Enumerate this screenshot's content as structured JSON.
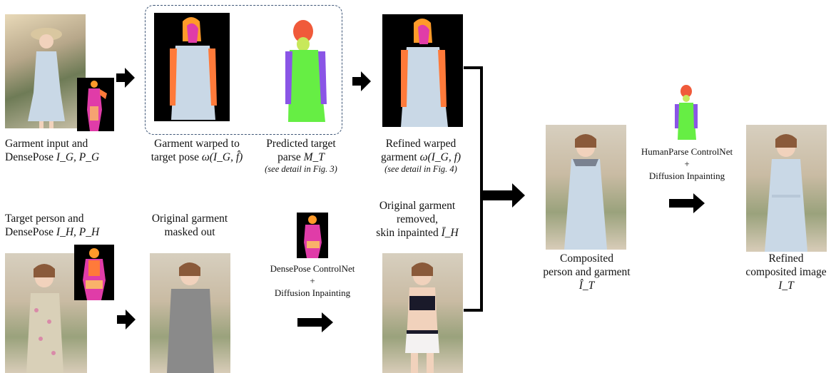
{
  "captions": {
    "garment_input_1": "Garment input and",
    "garment_input_2": "DensePose",
    "garment_input_math": "I_G, P_G",
    "warped_1": "Garment warped to",
    "warped_2": "target pose",
    "warped_math": "ω(I_G, f̂)",
    "parse_1": "Predicted target",
    "parse_2": "parse",
    "parse_math": "M_T",
    "parse_note": "(see detail in Fig. 3)",
    "refined_1": "Refined warped",
    "refined_2": "garment",
    "refined_math": "ω(I_G, f)",
    "refined_note": "(see detail in Fig. 4)",
    "target_1": "Target person and",
    "target_2": "DensePose",
    "target_math": "I_H, P_H",
    "masked_1": "Original garment",
    "masked_2": "masked out",
    "densepose_cn_1": "DensePose ControlNet",
    "densepose_cn_2": "+",
    "densepose_cn_3": "Diffusion Inpainting",
    "removed_1": "Original garment",
    "removed_2": "removed,",
    "removed_3": "skin inpainted",
    "removed_math": "Ī_H",
    "humanparse_cn_1": "HumanParse ControlNet",
    "humanparse_cn_2": "+",
    "humanparse_cn_3": "Diffusion Inpainting",
    "composited_1": "Composited",
    "composited_2": "person and garment",
    "composited_math": "Î_T",
    "final_1": "Refined",
    "final_2": "composited image",
    "final_math": "I_T"
  },
  "colors": {
    "densepose_magenta": "#e03ca8",
    "densepose_orange": "#ff9a2a",
    "parse_green": "#66ee44",
    "parse_purple": "#8a55e6",
    "parse_red": "#f05a3a",
    "dress_blue": "#c9d8e6",
    "masked_gray": "#8a8a8a",
    "arrow_black": "#000000"
  },
  "icons": [
    "right-arrow-icon",
    "bracket-connector-icon",
    "dashed-group-box"
  ]
}
